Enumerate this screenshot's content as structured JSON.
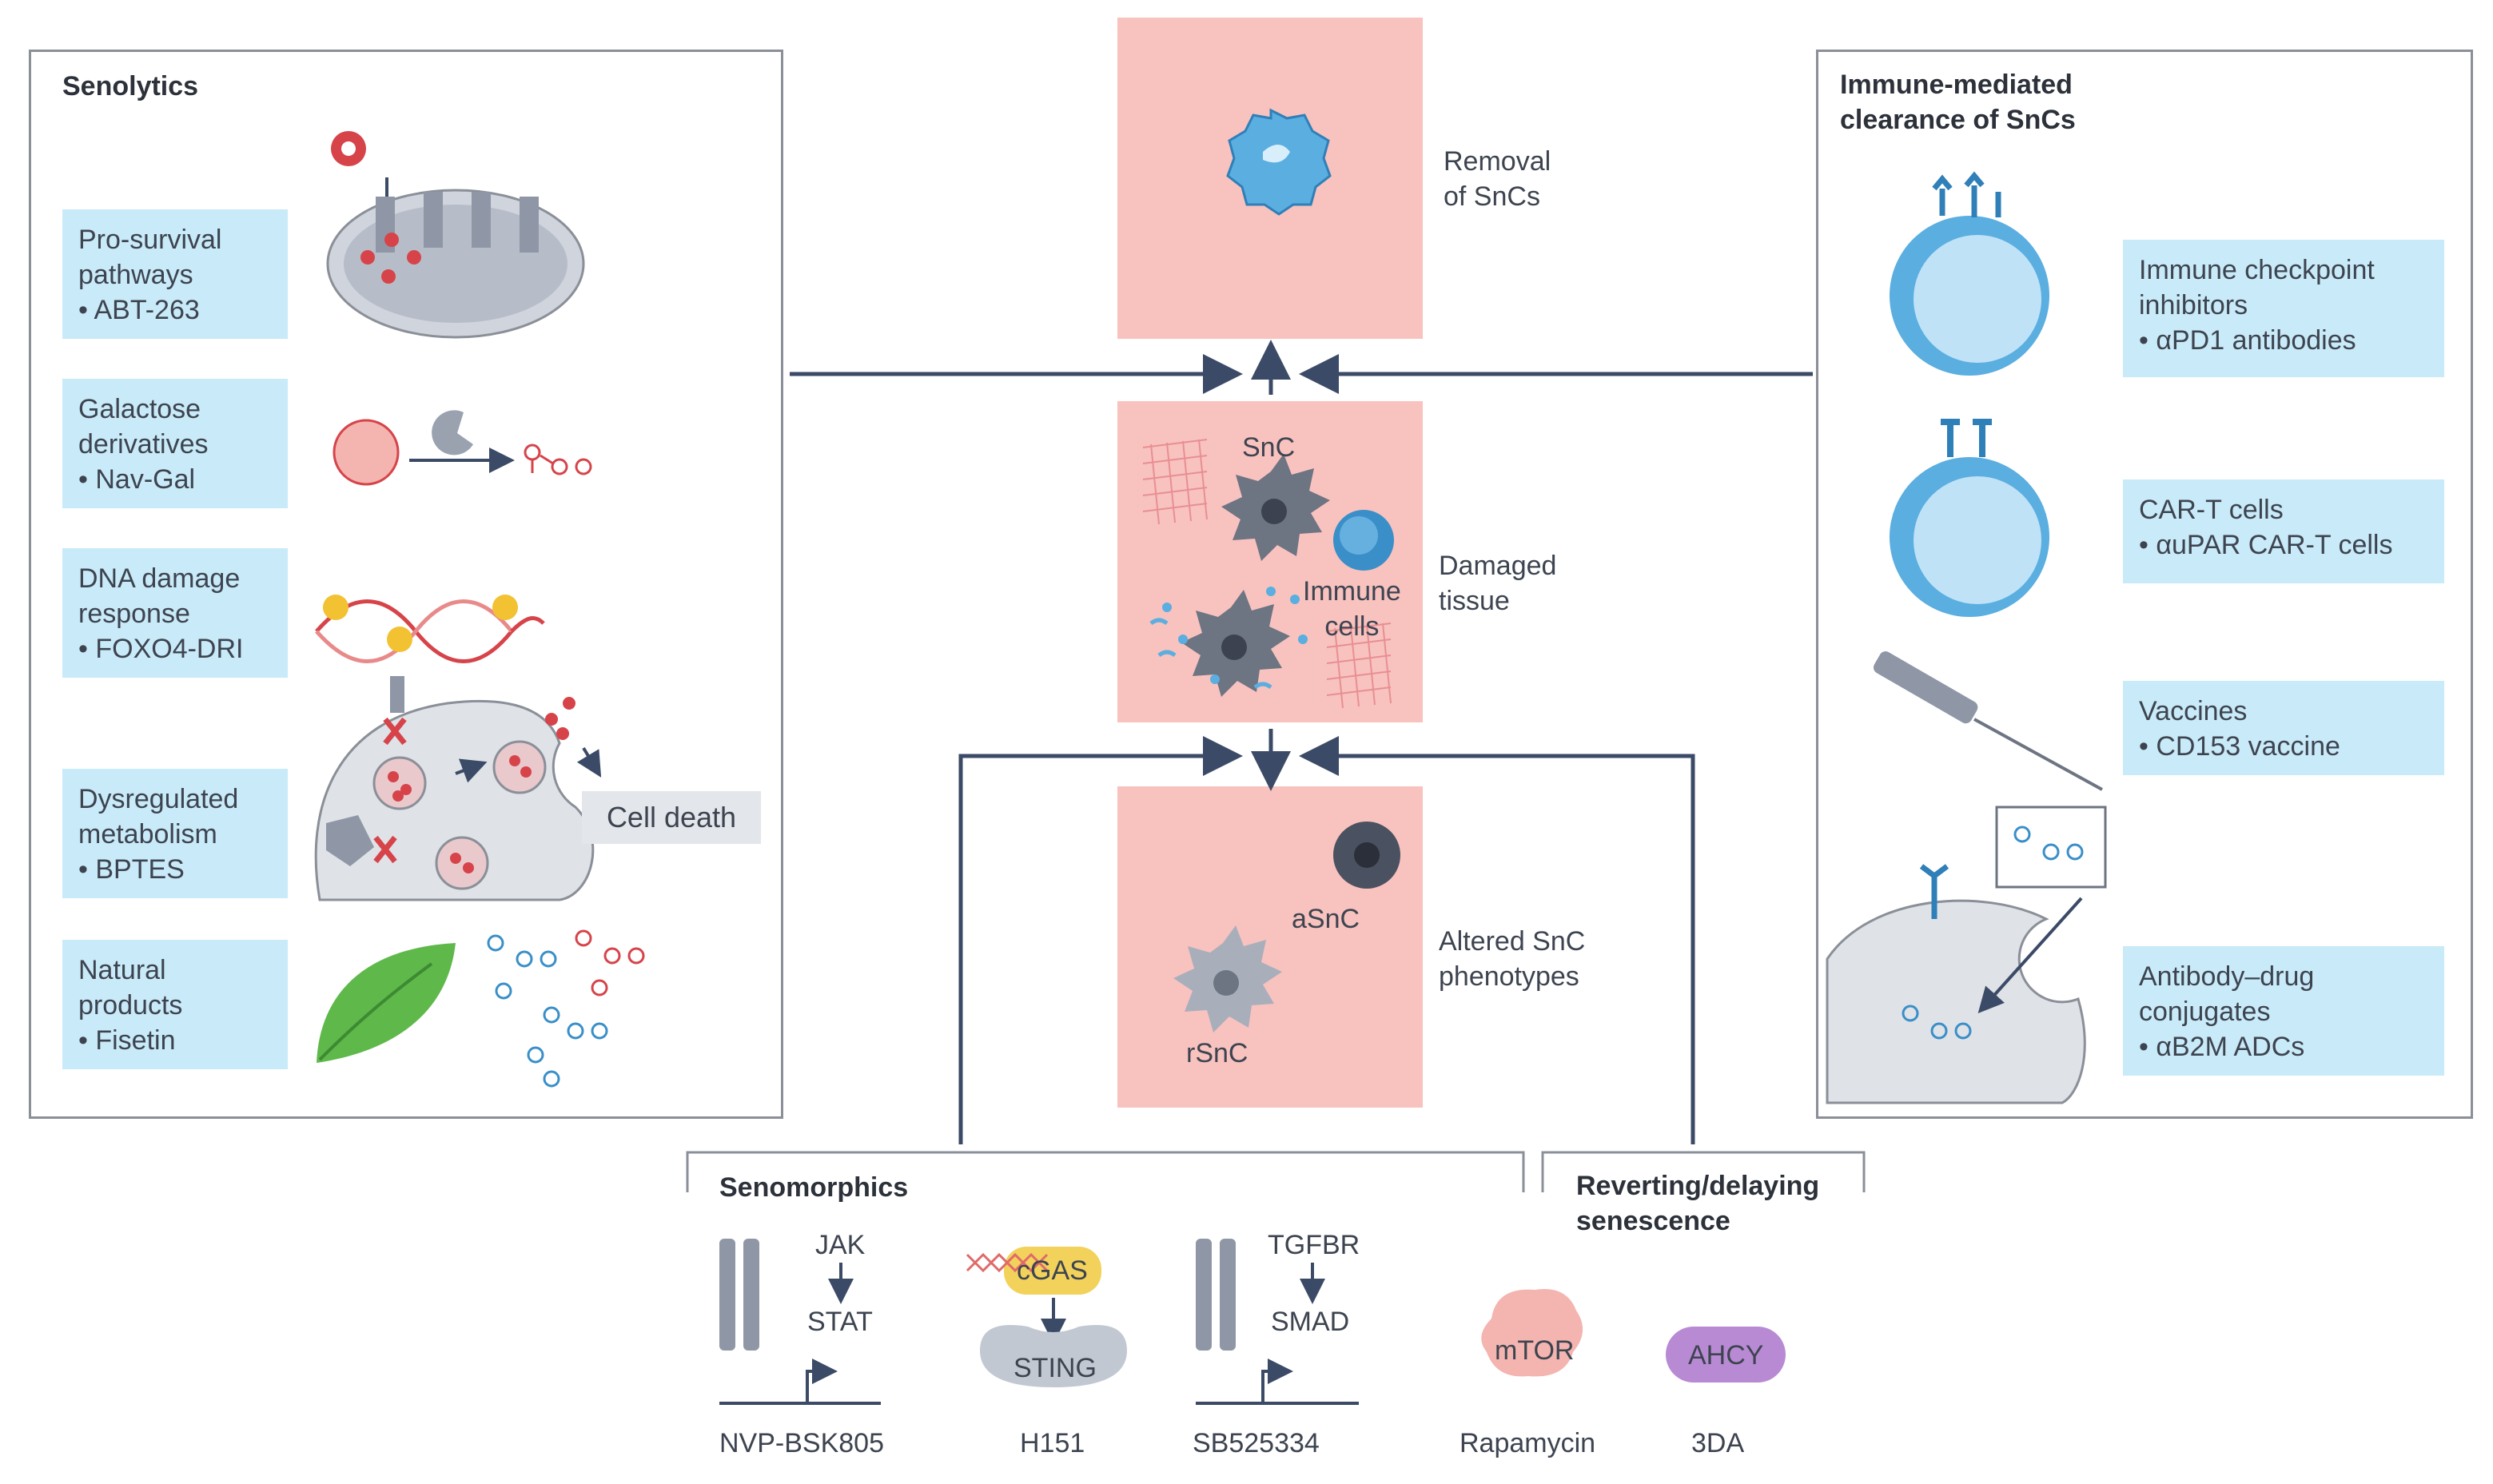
{
  "senolytics": {
    "title": "Senolytics",
    "boxes": [
      {
        "line1": "Pro-survival",
        "line2": "pathways",
        "line3": "• ABT-263"
      },
      {
        "line1": "Galactose",
        "line2": "derivatives",
        "line3": "• Nav-Gal"
      },
      {
        "line1": "DNA damage",
        "line2": "response",
        "line3": "• FOXO4-DRI"
      },
      {
        "line1": "Dysregulated",
        "line2": "metabolism",
        "line3": "• BPTES"
      },
      {
        "line1": "Natural",
        "line2": "products",
        "line3": "• Fisetin"
      }
    ],
    "cell_death": "Cell death"
  },
  "center": {
    "removal": {
      "line1": "Removal",
      "line2": "of SnCs"
    },
    "damaged": {
      "line1": "Damaged",
      "line2": "tissue"
    },
    "altered": {
      "line1": "Altered SnC",
      "line2": "phenotypes"
    },
    "snc": "SnC",
    "immune_line1": "Immune",
    "immune_line2": "cells",
    "asnc": "aSnC",
    "rsnc": "rSnC"
  },
  "immune": {
    "title_line1": "Immune-mediated",
    "title_line2": "clearance of SnCs",
    "boxes": [
      {
        "line1": "Immune checkpoint",
        "line2": "inhibitors",
        "line3": "• αPD1 antibodies"
      },
      {
        "line1": "CAR-T cells",
        "line2": "• αuPAR CAR-T cells"
      },
      {
        "line1": "Vaccines",
        "line2": "• CD153 vaccine"
      },
      {
        "line1": "Antibody–drug",
        "line2": "conjugates",
        "line3": "• αB2M ADCs"
      }
    ]
  },
  "bottom": {
    "senomorphics_title": "Senomorphics",
    "reverting_line1": "Reverting/delaying",
    "reverting_line2": "senescence",
    "jak": "JAK",
    "stat": "STAT",
    "cgas": "cGAS",
    "sting": "STING",
    "tgfbr": "TGFBR",
    "smad": "SMAD",
    "mtor": "mTOR",
    "ahcy": "AHCY",
    "drugs": [
      "NVP-BSK805",
      "H151",
      "SB525334",
      "Rapamycin",
      "3DA"
    ]
  },
  "colors": {
    "pink_panel": "#f8c2bf",
    "blue_box": "#c9eaf8",
    "gray_cell": "#dfe2e7",
    "arrow": "#3b4a66"
  }
}
